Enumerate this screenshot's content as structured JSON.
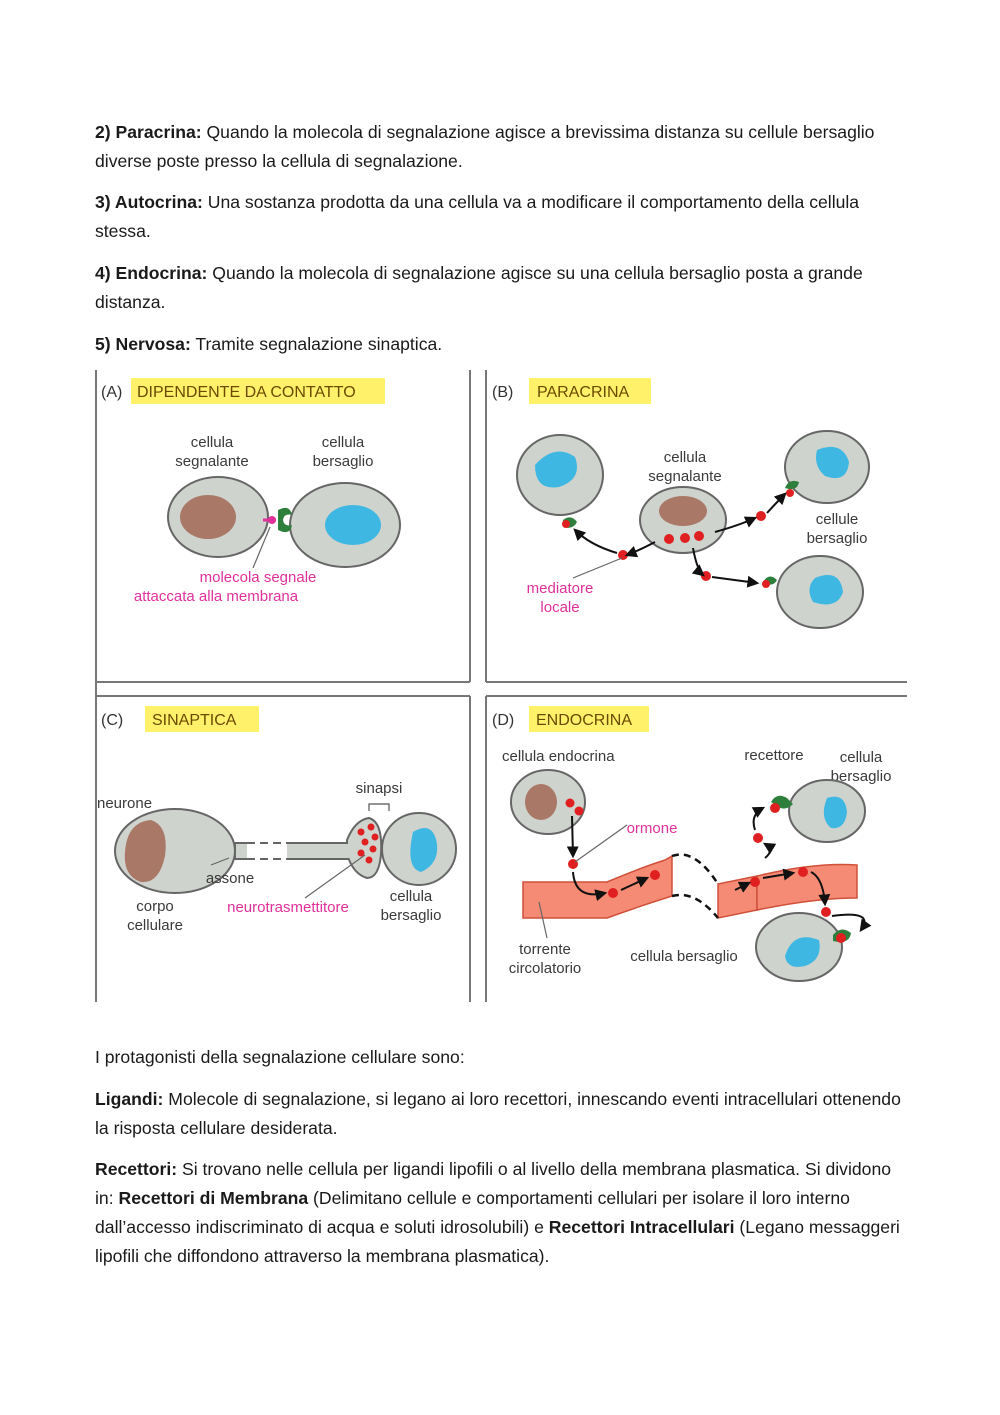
{
  "top_paragraphs": [
    {
      "label": "2) Paracrina:",
      "text": " Quando la molecola di segnalazione agisce a brevissima distanza su cellule bersaglio diverse poste presso la cellula di segnalazione."
    },
    {
      "label": "3) Autocrina:",
      "text": " Una sostanza prodotta da una cellula va a modificare il comportamento della cellula stessa."
    },
    {
      "label": "4) Endocrina:",
      "text": " Quando la molecola di segnalazione agisce su una cellula bersaglio posta a grande distanza."
    },
    {
      "label": "5) Nervosa:",
      "text": " Tramite segnalazione sinaptica."
    }
  ],
  "figure": {
    "panel_a": {
      "letter": "(A)",
      "title": "DIPENDENTE DA CONTATTO",
      "label_signal_1": "cellula",
      "label_signal_2": "segnalante",
      "label_target_1": "cellula",
      "label_target_2": "bersaglio",
      "label_molecule_1": "molecola segnale",
      "label_molecule_2": "attaccata alla membrana"
    },
    "panel_b": {
      "letter": "(B)",
      "title": "PARACRINA",
      "label_signal_1": "cellula",
      "label_signal_2": "segnalante",
      "label_targets_1": "cellule",
      "label_targets_2": "bersaglio",
      "label_mediator_1": "mediatore",
      "label_mediator_2": "locale"
    },
    "panel_c": {
      "letter": "(C)",
      "title": "SINAPTICA",
      "label_neuron": "neurone",
      "label_synapse": "sinapsi",
      "label_axon": "assone",
      "label_body_1": "corpo",
      "label_body_2": "cellulare",
      "label_neurotransmitter": "neurotrasmettitore",
      "label_target_1": "cellula",
      "label_target_2": "bersaglio"
    },
    "panel_d": {
      "letter": "(D)",
      "title": "ENDOCRINA",
      "label_endocrine_cell": "cellula endocrina",
      "label_receptor": "recettore",
      "label_target_1": "cellula",
      "label_target_2": "bersaglio",
      "label_hormone": "ormone",
      "label_bloodstream_1": "torrente",
      "label_bloodstream_2": "circolatorio",
      "label_target_bottom": "cellula bersaglio"
    }
  },
  "intro_line": "I protagonisti della segnalazione cellulare sono:",
  "ligandi": {
    "label": "Ligandi:",
    "text": " Molecole di segnalazione, si legano ai loro recettori, innescando eventi intracellulari ottenendo la risposta cellulare  desiderata."
  },
  "recettori": {
    "label": "Recettori:",
    "text_1": " Si trovano nelle cellula per ligandi lipofili o al livello della membrana plasmatica. Si dividono in: ",
    "bold_membrane": "Recettori di Membrana",
    "text_2": " (Delimitano cellule e comportamenti cellulari per isolare il loro interno dall’accesso indiscriminato di acqua e soluti idrosolubili) e ",
    "bold_intracellular": "Recettori Intracellulari",
    "text_3": " (Legano messaggeri lipofili che diffondono attraverso la membrana plasmatica)."
  },
  "colors": {
    "cell": "#cfd3cd",
    "nucleus_brown": "#a97866",
    "nucleus_blue": "#3fb7e3",
    "receptor": "#2f7f3c",
    "signal": "#e02020",
    "blood": "#f58b74",
    "highlight": "#fff26a",
    "pink_text": "#e0309a"
  }
}
